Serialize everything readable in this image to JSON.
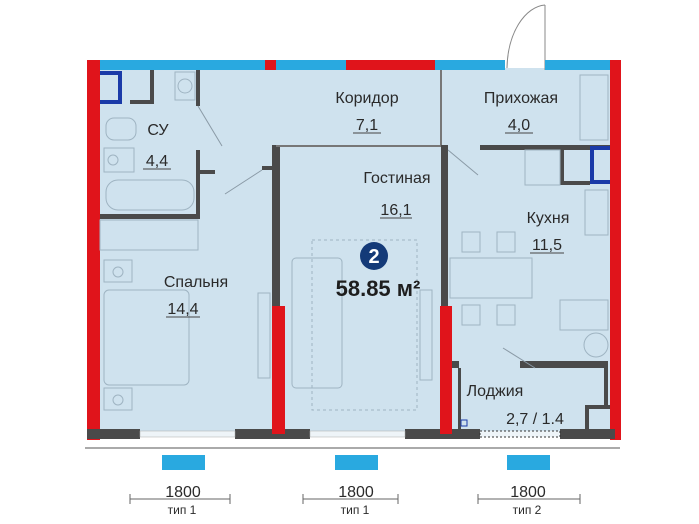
{
  "plan": {
    "apartment_number": "2",
    "total_area": "58.85 м²",
    "colors": {
      "floor": "#cfe2ee",
      "wall": "#4a4a4a",
      "bearing_wall": "#e0141b",
      "window": "#29a9e0",
      "badge": "#143a78",
      "shaft": "#1a3aa8"
    },
    "rooms": [
      {
        "name": "Коридор",
        "area": "7,1"
      },
      {
        "name": "Прихожая",
        "area": "4,0"
      },
      {
        "name": "СУ",
        "area": "4,4"
      },
      {
        "name": "Гостиная",
        "area": "16,1"
      },
      {
        "name": "Кухня",
        "area": "11,5"
      },
      {
        "name": "Спальня",
        "area": "14,4"
      },
      {
        "name": "Лоджия",
        "area": "2,7 / 1.4"
      }
    ],
    "windows": [
      {
        "width": "1800",
        "type": "тип 1"
      },
      {
        "width": "1800",
        "type": "тип 1"
      },
      {
        "width": "1800",
        "type": "тип 2"
      }
    ]
  }
}
